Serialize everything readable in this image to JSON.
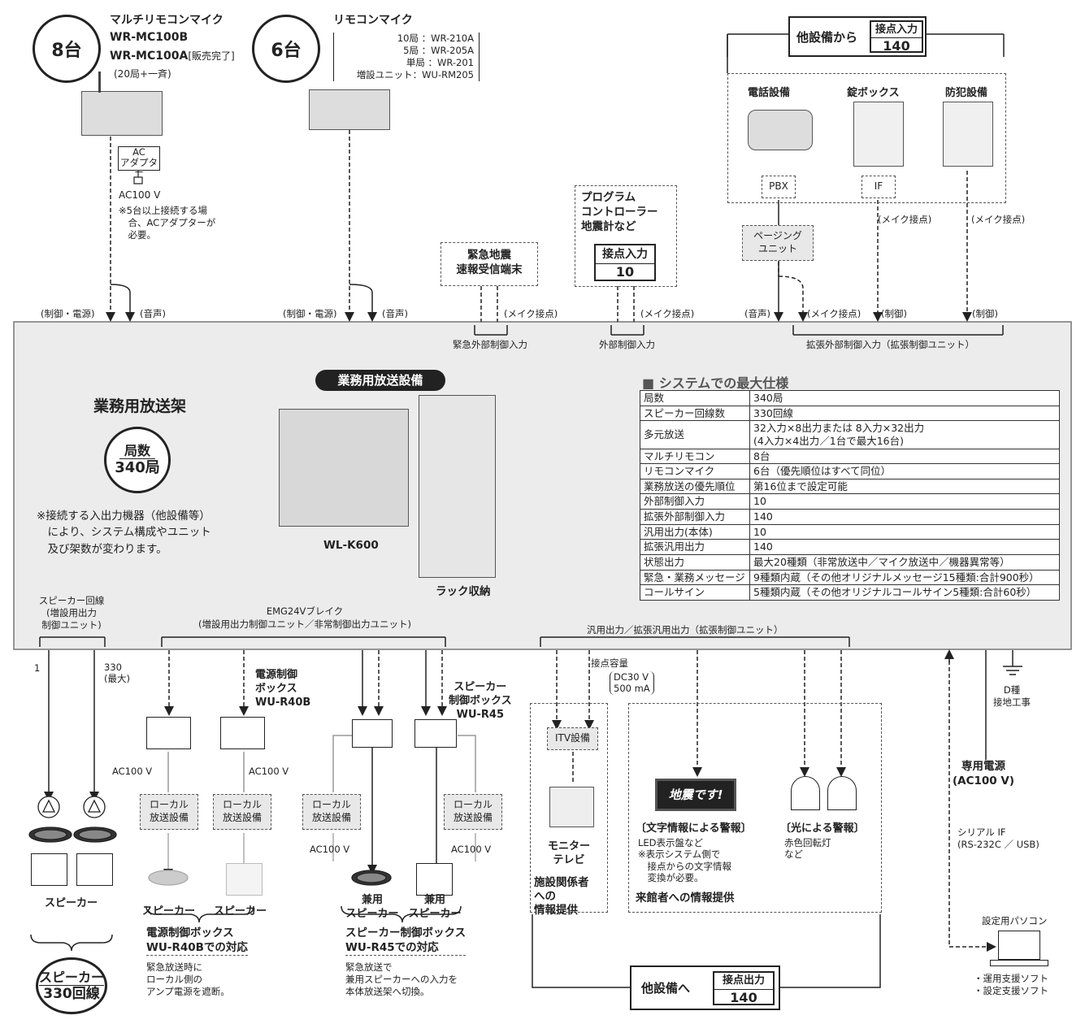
{
  "mc": {
    "count": "8台",
    "title": "マルチリモコンマイク",
    "m1": "WR-MC100B",
    "m2": "WR-MC100A",
    "m2b": "[販売完了]",
    "m3": "(20局+一斉)",
    "ac": "AC",
    "ac2": "アダプター",
    "power": "AC100 V",
    "note": "※5台以上接続する場\n　合、ACアダプターが\n　必要。"
  },
  "rm": {
    "count": "6台",
    "title": "リモコンマイク",
    "l1": "10局 ：WR-210A",
    "l2": "5局 ：WR-205A",
    "l3": "単局 ：WR-201",
    "l4": "増設ユニット：WU-RM205"
  },
  "ctl": "(制御・電源)",
  "snd": "(音声)",
  "mk": "(メイク接点)",
  "seigyo": "(制御)",
  "eew": {
    "title": "緊急地震\n速報受信端末",
    "in": "緊急外部制御入力"
  },
  "prog": {
    "title": "プログラム\nコントローラー\n地震計など",
    "lbl": "接点入力",
    "num": "10",
    "in": "外部制御入力"
  },
  "ext": {
    "from": "他設備から",
    "lbl": "接点入力",
    "num": "140",
    "tel": "電話設備",
    "lock": "錠ボックス",
    "sec": "防犯設備",
    "pbx": "PBX",
    "if": "IF",
    "paging": "ページング\nユニット",
    "in": "拡張外部制御入力（拡張制御ユニット）"
  },
  "rack": {
    "title": "業務用放送架",
    "pill": "業務用放送設備",
    "kyoku": "局数",
    "kyoku_v": "340局",
    "note": "※接続する入出力機器（他設備等）\n　により、システム構成やユニット\n　及び架数が変わります。",
    "model": "WL-K600",
    "rackl": "ラック収納"
  },
  "spec": {
    "title": "■ システムでの最大仕様",
    "rows": [
      [
        "局数",
        "340局"
      ],
      [
        "スピーカー回線数",
        "330回線"
      ],
      [
        "多元放送",
        "32入力×8出力または 8入力×32出力\n(4入力×4出力／1台で最大16台)"
      ],
      [
        "マルチリモコン",
        "8台"
      ],
      [
        "リモコンマイク",
        "6台（優先順位はすべて同位）"
      ],
      [
        "業務放送の優先順位",
        "第16位まで設定可能"
      ],
      [
        "外部制御入力",
        "10"
      ],
      [
        "拡張外部制御入力",
        "140"
      ],
      [
        "汎用出力(本体)",
        "10"
      ],
      [
        "拡張汎用出力",
        "140"
      ],
      [
        "状態出力",
        "最大20種類（非常放送中／マイク放送中／機器異常等）"
      ],
      [
        "緊急・業務メッセージ",
        "9種類内蔵（その他オリジナルメッセージ15種類:合計900秒）"
      ],
      [
        "コールサイン",
        "5種類内蔵（その他オリジナルコールサイン5種類:合計60秒）"
      ]
    ]
  },
  "bottom": {
    "spline": "スピーカー回線\n(増設用出力\n制御ユニット)",
    "n1": "1",
    "n330": "330\n(最大)",
    "emg": "EMG24Vブレイク\n(増設用出力制御ユニット／非常制御出力ユニット)",
    "gen": "汎用出力／拡張汎用出力（拡張制御ユニット）",
    "pwrbox": "電源制御\nボックス\nWU-R40B",
    "spkbox": "スピーカー\n制御ボックス\nWU-R45",
    "ac100": "AC100 V",
    "local": "ローカル\n放送設備",
    "spk": "スピーカー",
    "kspk": "兼用\nスピーカー",
    "cap": "接点容量",
    "capv": "DC30 V\n500 mA",
    "itv": "ITV設備",
    "mon": "モニター\nテレビ",
    "staff": "施設関係者\nへの\n情報提供",
    "jishin": "地震です!",
    "moji": "〔文字情報による警報〕",
    "moji_n": "LED表示盤など\n※表示システム側で\n　接点からの文字情報\n　変換が必要。",
    "hikari": "〔光による警報〕",
    "hikari_n": "赤色回転灯\nなど",
    "visitor": "来館者への情報提供",
    "spk330a": "スピーカー",
    "spk330b": "330回線",
    "r40b_t": "電源制御ボックス\nWU-R40Bでの対応",
    "r40b_n": "緊急放送時に\nローカル側の\nアンプ電源を遮断。",
    "r45_t": "スピーカー制御ボックス\nWU-R45での対応",
    "r45_n": "緊急放送で\n兼用スピーカーへの入力を\n本体放送架へ切換。",
    "toext": "他設備へ",
    "outlbl": "接点出力",
    "outnum": "140",
    "ground": "D種\n接地工事",
    "dedpwr": "専用電源\n(AC100 V)",
    "serial": "シリアル IF\n(RS-232C ／ USB)",
    "pc": "設定用パソコン",
    "soft": "・運用支援ソフト\n・設定支援ソフト"
  }
}
